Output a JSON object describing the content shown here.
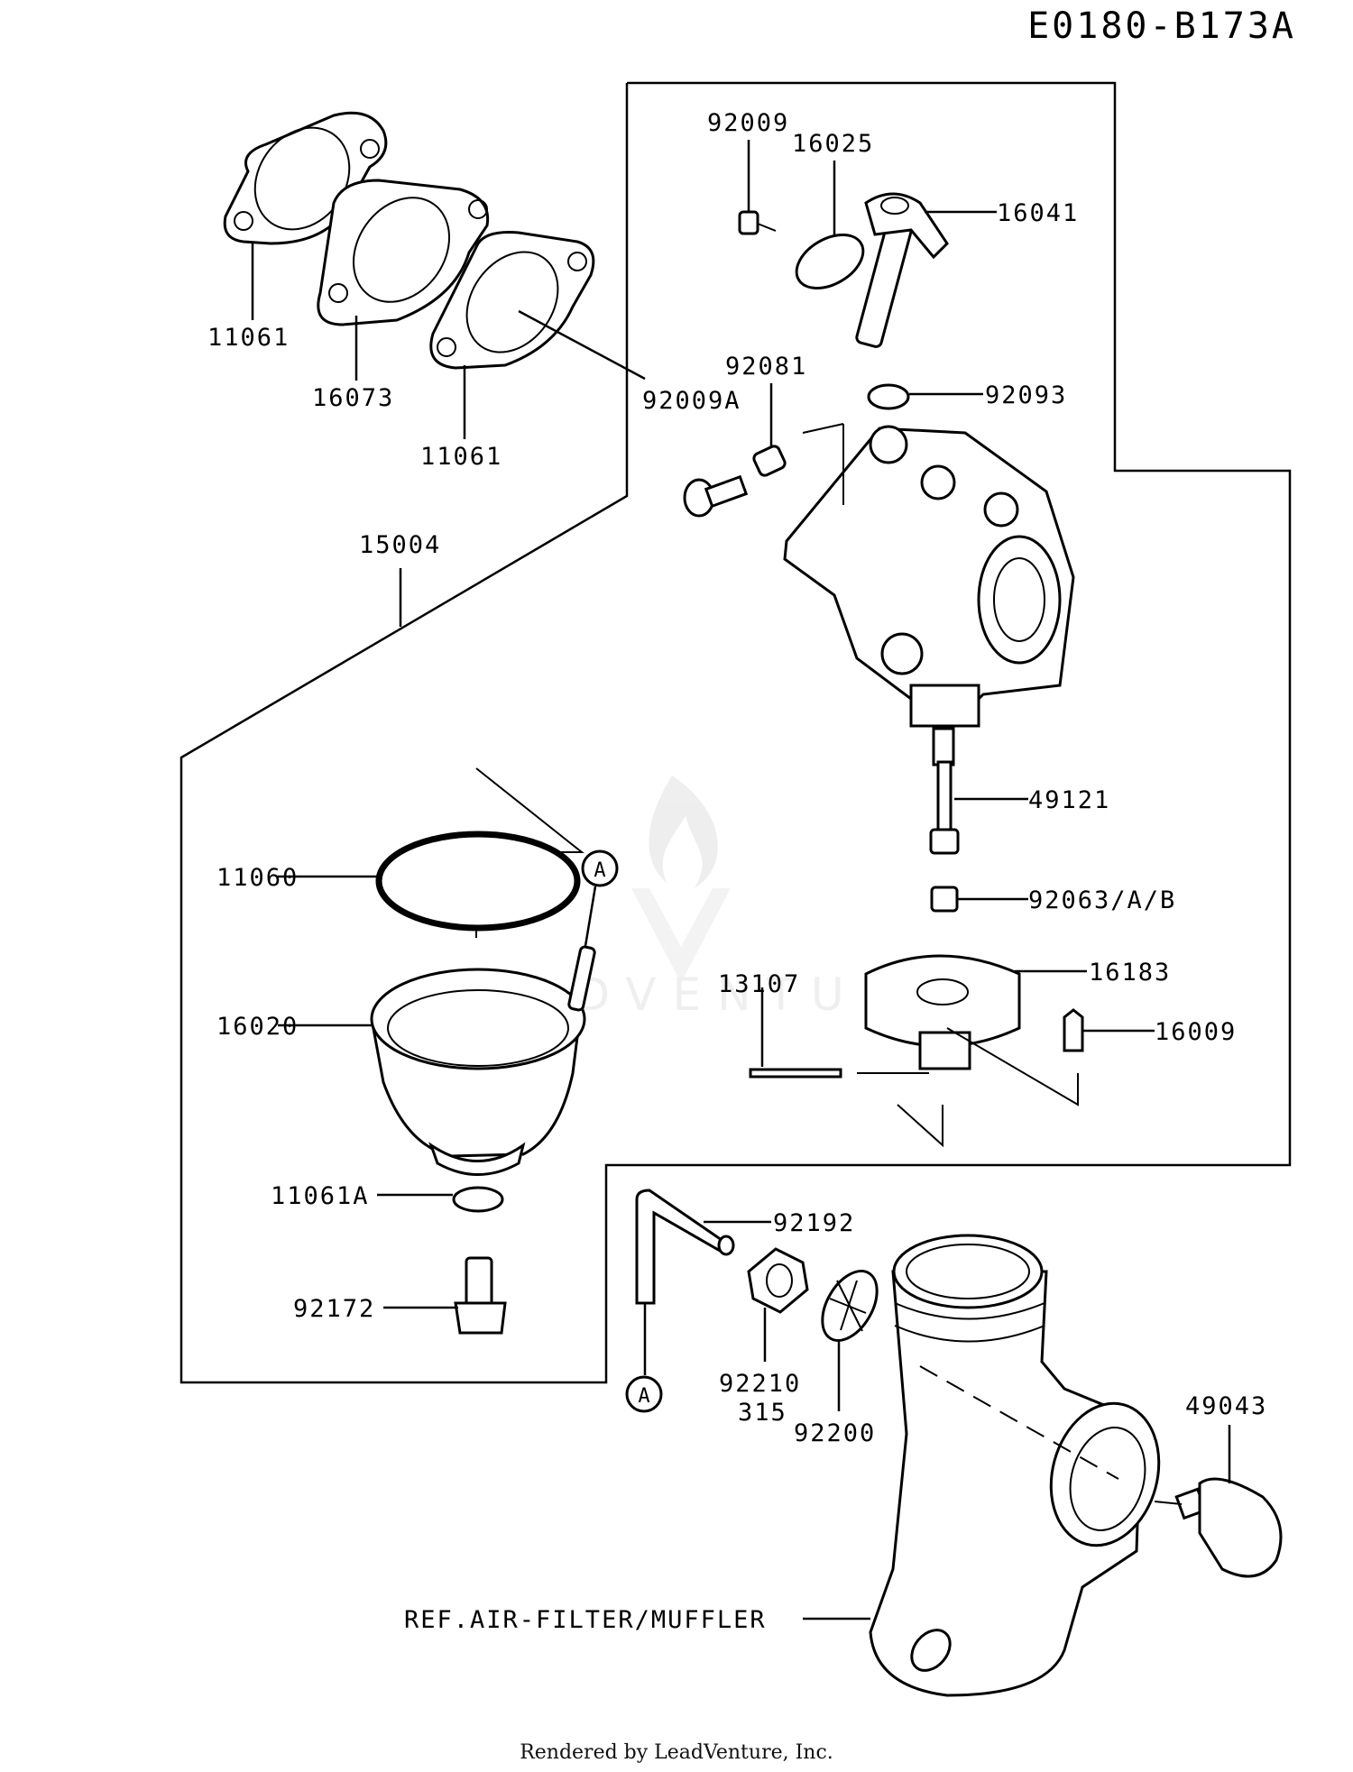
{
  "diagram_code": "E0180-B173A",
  "footer": "Rendered by LeadVenture, Inc.",
  "watermark": "LEADVENTURE",
  "circle_marker": "A",
  "parts": {
    "p11061_top": "11061",
    "p16073": "16073",
    "p11061_mid": "11061",
    "p92009A": "92009A",
    "p15004": "15004",
    "p92009": "92009",
    "p16025": "16025",
    "p16041": "16041",
    "p92081": "92081",
    "p92093": "92093",
    "p49121": "49121",
    "p92063": "92063/A/B",
    "p16183": "16183",
    "p13107": "13107",
    "p16009": "16009",
    "p11060": "11060",
    "p16020": "16020",
    "p11061A": "11061A",
    "p92172": "92172",
    "p92192": "92192",
    "p92210": "92210",
    "p315": "315",
    "p92200": "92200",
    "p49043": "49043",
    "ref_air_filter": "REF.AIR-FILTER/MUFFLER"
  }
}
